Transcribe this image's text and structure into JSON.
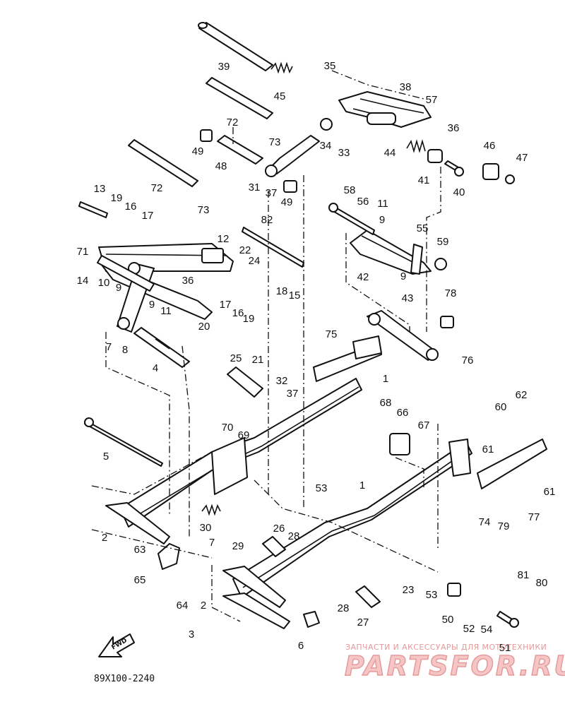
{
  "diagram_code": "89X100-2240",
  "fwd_label": "FWD",
  "watermark": {
    "tagline": "ЗАПЧАСТИ И АКСЕССУАРЫ ДЛЯ МОТОТЕХНИКИ",
    "logo_text": "PARTSFOR.RU"
  },
  "callouts": [
    "39",
    "45",
    "35",
    "38",
    "57",
    "36",
    "72",
    "73",
    "34",
    "33",
    "46",
    "47",
    "44",
    "49",
    "48",
    "41",
    "40",
    "31",
    "37",
    "72",
    "73",
    "49",
    "13",
    "19",
    "16",
    "17",
    "58",
    "11",
    "56",
    "9",
    "82",
    "71",
    "12",
    "55",
    "59",
    "22",
    "24",
    "14",
    "10",
    "9",
    "36",
    "42",
    "9",
    "43",
    "17",
    "16",
    "18",
    "15",
    "78",
    "9",
    "11",
    "20",
    "19",
    "7",
    "8",
    "4",
    "21",
    "25",
    "75",
    "76",
    "1",
    "32",
    "37",
    "68",
    "66",
    "62",
    "60",
    "70",
    "69",
    "67",
    "5",
    "61",
    "61",
    "53",
    "74",
    "77",
    "79",
    "1",
    "30",
    "26",
    "28",
    "2",
    "7",
    "29",
    "63",
    "81",
    "80",
    "23",
    "53",
    "65",
    "28",
    "64",
    "2",
    "27",
    "50",
    "52",
    "54",
    "3",
    "6",
    "51"
  ]
}
